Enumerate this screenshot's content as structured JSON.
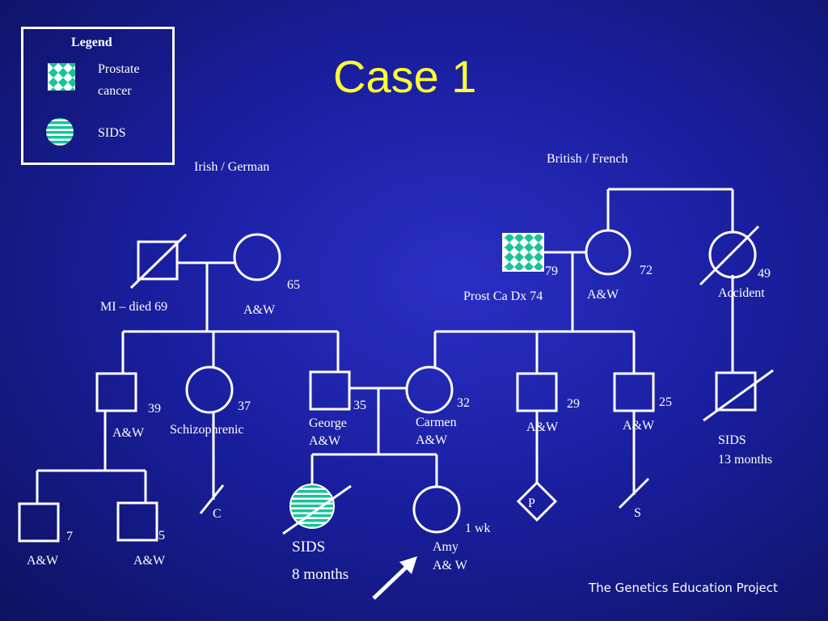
{
  "title": "Case 1",
  "footer": "The Genetics Education Project",
  "colors": {
    "background": "#1a1fa0",
    "title": "#ffff33",
    "lines": "#ffffff",
    "affected": "#19c39a"
  },
  "legend": {
    "heading": "Legend",
    "items": [
      {
        "label_line1": "Prostate",
        "label_line2": "cancer",
        "pattern": "checker"
      },
      {
        "label": "SIDS",
        "pattern": "stripes"
      }
    ]
  },
  "ancestry": {
    "left": "Irish / German",
    "right": "British / French"
  },
  "gen1": {
    "pgf": {
      "status": "MI – died 69"
    },
    "pgm": {
      "age": "65",
      "status": "A&W"
    },
    "mgf": {
      "age": "79",
      "status": "Prost Ca Dx 74"
    },
    "mgm": {
      "age": "72",
      "status": "A&W"
    },
    "mgm_sister": {
      "age": "49",
      "status": "Accident"
    }
  },
  "gen2": {
    "uncle": {
      "age": "39",
      "status": "A&W"
    },
    "aunt": {
      "age": "37",
      "status": "Schizophrenic"
    },
    "father": {
      "age": "35",
      "name": "George",
      "status": "A&W"
    },
    "mother": {
      "age": "32",
      "name": "Carmen",
      "status": "A&W"
    },
    "m_uncle1": {
      "age": "29",
      "status": "A&W"
    },
    "m_uncle2": {
      "age": "25",
      "status": "A&W"
    },
    "cousin_sids": {
      "status": "SIDS",
      "age": "13 months"
    }
  },
  "gen3": {
    "cousin1": {
      "age": "7",
      "status": "A&W"
    },
    "cousin2": {
      "age": "5",
      "status": "A&W"
    },
    "aunt_child": {
      "label": "C"
    },
    "sibling": {
      "status": "SIDS",
      "age": "8 months"
    },
    "proband": {
      "age": "1 wk",
      "name": "Amy",
      "status": "A& W"
    },
    "pregnancy": {
      "label": "P"
    },
    "m_uncle2_child": {
      "label": "S"
    }
  }
}
